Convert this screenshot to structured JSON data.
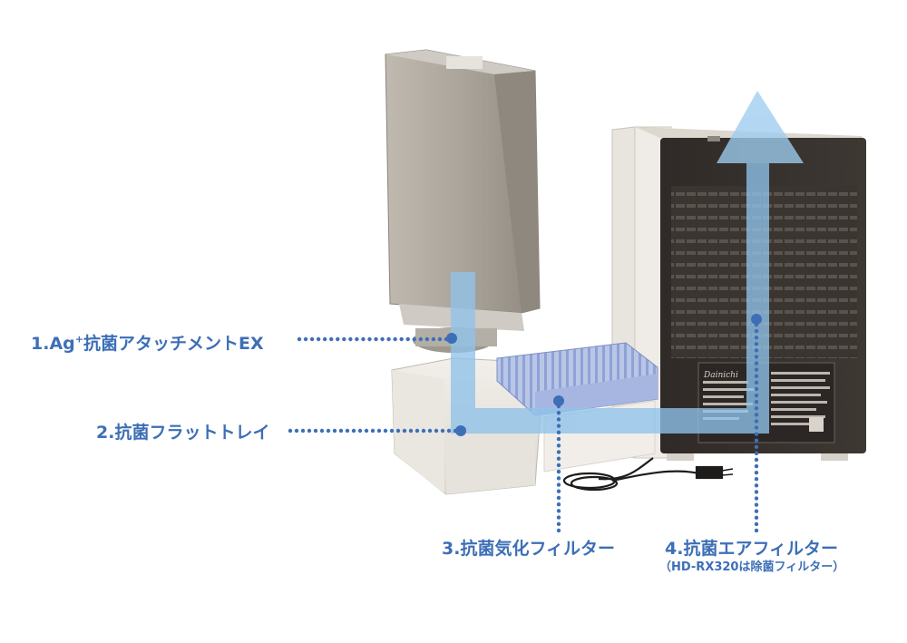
{
  "labels": {
    "item1_prefix": "1.Ag",
    "item1_sup": "+",
    "item1_suffix": "抗菌アタッチメントEX",
    "item2": "2.抗菌フラットトレイ",
    "item3": "3.抗菌気化フィルター",
    "item4": "4.抗菌エアフィルター",
    "item4_note": "（HD-RX320は除菌フィルター）"
  },
  "product": {
    "brand": "Dainichi"
  },
  "colors": {
    "label": "#3d6fb6",
    "dots": "#3d6fb6",
    "airflow": "#8fc3ea",
    "body": "#3a3531",
    "tank": "#a9a39b"
  }
}
